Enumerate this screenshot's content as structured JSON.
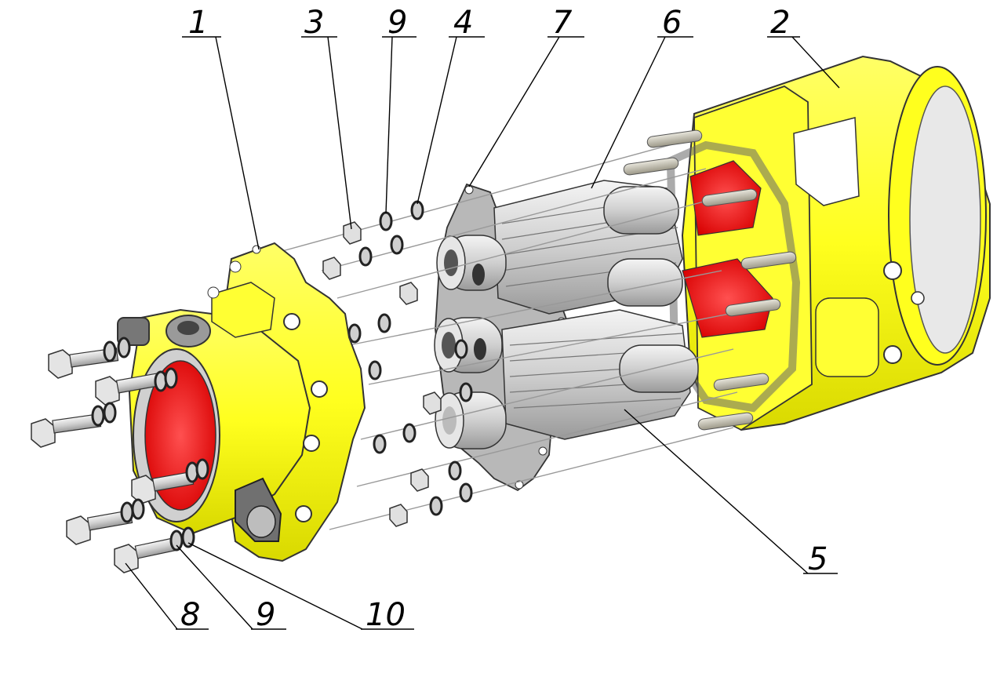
{
  "callouts": [
    {
      "id": "1",
      "label": "1"
    },
    {
      "id": "3",
      "label": "3"
    },
    {
      "id": "9-top",
      "label": "9"
    },
    {
      "id": "4",
      "label": "4"
    },
    {
      "id": "7",
      "label": "7"
    },
    {
      "id": "6",
      "label": "6"
    },
    {
      "id": "2",
      "label": "2"
    },
    {
      "id": "5",
      "label": "5"
    },
    {
      "id": "8",
      "label": "8"
    },
    {
      "id": "9-bottom",
      "label": "9"
    },
    {
      "id": "10",
      "label": "10"
    }
  ],
  "colors": {
    "housing_yellow": "#ffff1e",
    "housing_shadow": "#d9d900",
    "cavity_red": "#ff1a1a",
    "gasket_gray": "#b8b8b8",
    "metal_gray": "#d4d4d4",
    "rod_gray": "#777777",
    "outline": "#333333"
  }
}
